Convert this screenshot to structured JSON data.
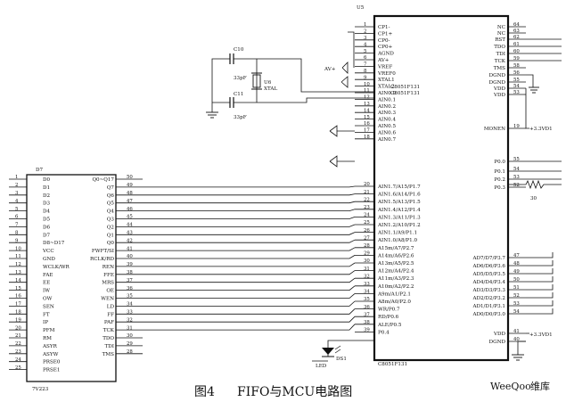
{
  "caption": {
    "figure_no": "图4",
    "title": "FIFO与MCU电路图"
  },
  "watermark": {
    "brand": "WeeQoo",
    "suffix": "维库"
  },
  "mcu": {
    "ref": "U5",
    "part_top": "C8051F131",
    "part_mid": "C8051F131",
    "part_bottom": "C8051F131",
    "left_pins": [
      {
        "label": "CP1-",
        "num": "1"
      },
      {
        "label": "CP1+",
        "num": "2"
      },
      {
        "label": "CP0-",
        "num": "3"
      },
      {
        "label": "CP0+",
        "num": "4"
      },
      {
        "label": "AGND",
        "num": "5"
      },
      {
        "label": "AV+",
        "num": "6"
      },
      {
        "label": "VREF",
        "num": "7"
      },
      {
        "label": "VREF0",
        "num": "8"
      },
      {
        "label": "XTAL1",
        "num": "9"
      },
      {
        "label": "XTAL2",
        "num": "10"
      },
      {
        "label": "AIN0.0",
        "num": "11"
      },
      {
        "label": "AIN0.1",
        "num": "12"
      },
      {
        "label": "AIN0.2",
        "num": "13"
      },
      {
        "label": "AIN0.3",
        "num": "14"
      },
      {
        "label": "AIN0.4",
        "num": "15"
      },
      {
        "label": "AIN0.5",
        "num": "16"
      },
      {
        "label": "AIN0.6",
        "num": "17"
      },
      {
        "label": "AIN0.7",
        "num": "18"
      },
      {
        "label": "AIN1.7/A15/P1.7",
        "num": "20"
      },
      {
        "label": "AIN1.6/A14/P1.6",
        "num": "21"
      },
      {
        "label": "AIN1.5/A13/P1.5",
        "num": "22"
      },
      {
        "label": "AIN1.4/A12/P1.4",
        "num": "23"
      },
      {
        "label": "AIN1.3/A11/P1.3",
        "num": "24"
      },
      {
        "label": "AIN1.2/A10/P1.2",
        "num": "25"
      },
      {
        "label": "AIN1.1/A9/P1.1",
        "num": "26"
      },
      {
        "label": "AIN1.0/A8/P1.0",
        "num": "27"
      },
      {
        "label": "A15m/A7/P2.7",
        "num": "28"
      },
      {
        "label": "A14m/A6/P2.6",
        "num": "29"
      },
      {
        "label": "A13m/A5/P2.5",
        "num": "30"
      },
      {
        "label": "A12m/A4/P2.4",
        "num": "31"
      },
      {
        "label": "A11m/A3/P2.3",
        "num": "32"
      },
      {
        "label": "A10m/A2/P2.2",
        "num": "33"
      },
      {
        "label": "A9m/A1/P2.1",
        "num": "34"
      },
      {
        "label": "A8m/A0/P2.0",
        "num": "35"
      },
      {
        "label": "WR/P0.7",
        "num": "36"
      },
      {
        "label": "RD/P0.6",
        "num": "37"
      },
      {
        "label": "ALE/P0.5",
        "num": "38"
      },
      {
        "label": "P0.4",
        "num": "39"
      }
    ],
    "right_pins": [
      {
        "label": "NC",
        "num": "64"
      },
      {
        "label": "NC",
        "num": "63"
      },
      {
        "label": "RST",
        "num": "62"
      },
      {
        "label": "TDO",
        "num": "61"
      },
      {
        "label": "TDI",
        "num": "60"
      },
      {
        "label": "TCK",
        "num": "59"
      },
      {
        "label": "TMS",
        "num": "58"
      },
      {
        "label": "DGND",
        "num": "56"
      },
      {
        "label": "DGND",
        "num": "55"
      },
      {
        "label": "VDD",
        "num": "54"
      },
      {
        "label": "VDD",
        "num": "53"
      },
      {
        "label": "MONEN",
        "num": "19"
      },
      {
        "label": "P0.0",
        "num": "55"
      },
      {
        "label": "P0.1",
        "num": "54"
      },
      {
        "label": "P0.2",
        "num": "53"
      },
      {
        "label": "P0.3",
        "num": "52"
      },
      {
        "label": "AD7/D7/P3.7",
        "num": "47"
      },
      {
        "label": "AD6/D6/P3.6",
        "num": "48"
      },
      {
        "label": "AD5/D5/P3.5",
        "num": "49"
      },
      {
        "label": "AD4/D4/P3.4",
        "num": "50"
      },
      {
        "label": "AD3/D3/P3.3",
        "num": "51"
      },
      {
        "label": "AD2/D2/P3.2",
        "num": "52"
      },
      {
        "label": "AD1/D1/P3.1",
        "num": "53"
      },
      {
        "label": "AD0/D0/P3.0",
        "num": "54"
      },
      {
        "label": "VDD",
        "num": "41"
      },
      {
        "label": "DGND",
        "num": "40"
      }
    ]
  },
  "fifo": {
    "ref": "D7",
    "part": "7V223",
    "left_pins": [
      {
        "label": "D0",
        "num": "1"
      },
      {
        "label": "D1",
        "num": "2"
      },
      {
        "label": "D2",
        "num": "3"
      },
      {
        "label": "D3",
        "num": "4"
      },
      {
        "label": "D4",
        "num": "5"
      },
      {
        "label": "D5",
        "num": "6"
      },
      {
        "label": "D6",
        "num": "7"
      },
      {
        "label": "D7",
        "num": "8"
      },
      {
        "label": "D8~D17",
        "num": "9"
      },
      {
        "label": "VCC",
        "num": "10"
      },
      {
        "label": "GND",
        "num": "11"
      },
      {
        "label": "WCLK/WR",
        "num": "12"
      },
      {
        "label": "FAE",
        "num": "13"
      },
      {
        "label": "EE",
        "num": "14"
      },
      {
        "label": "IW",
        "num": "15"
      },
      {
        "label": "OW",
        "num": "16"
      },
      {
        "label": "SEN",
        "num": "17"
      },
      {
        "label": "FT",
        "num": "18"
      },
      {
        "label": "IP",
        "num": "19"
      },
      {
        "label": "PFM",
        "num": "20"
      },
      {
        "label": "RM",
        "num": "21"
      },
      {
        "label": "ASYR",
        "num": "22"
      },
      {
        "label": "ASYW",
        "num": "23"
      },
      {
        "label": "PRSE0",
        "num": "24"
      },
      {
        "label": "PRSE1",
        "num": "25"
      }
    ],
    "right_pins": [
      {
        "label": "Q0~Q17",
        "num": "50"
      },
      {
        "label": "Q7",
        "num": "49"
      },
      {
        "label": "Q6",
        "num": "48"
      },
      {
        "label": "Q5",
        "num": "47"
      },
      {
        "label": "Q4",
        "num": "46"
      },
      {
        "label": "Q3",
        "num": "45"
      },
      {
        "label": "Q2",
        "num": "44"
      },
      {
        "label": "Q1",
        "num": "43"
      },
      {
        "label": "Q0",
        "num": "42"
      },
      {
        "label": "FWFT/SI",
        "num": "41"
      },
      {
        "label": "RCLK/RD",
        "num": "40"
      },
      {
        "label": "REN",
        "num": "39"
      },
      {
        "label": "FFE",
        "num": "38"
      },
      {
        "label": "MRS",
        "num": "37"
      },
      {
        "label": "OE",
        "num": "36"
      },
      {
        "label": "WEN",
        "num": "35"
      },
      {
        "label": "LD",
        "num": "34"
      },
      {
        "label": "FF",
        "num": "33"
      },
      {
        "label": "PAF",
        "num": "32"
      },
      {
        "label": "TCK",
        "num": "31"
      },
      {
        "label": "TDO",
        "num": "30"
      },
      {
        "label": "TDI",
        "num": "29"
      },
      {
        "label": "TMS",
        "num": "28"
      }
    ]
  },
  "crystal": {
    "ref": "U6",
    "name": "XTAL"
  },
  "caps": [
    {
      "ref": "C10",
      "value": "33pF"
    },
    {
      "ref": "C11",
      "value": "33pF"
    }
  ],
  "led": {
    "ref": "DS1",
    "name": "LED"
  },
  "resistor": {
    "value": "30"
  },
  "nets": {
    "av_plus": "AV+",
    "vdd_3v3": "+3.3VD1",
    "vdd_3v3_b": "+3.3VD1"
  }
}
